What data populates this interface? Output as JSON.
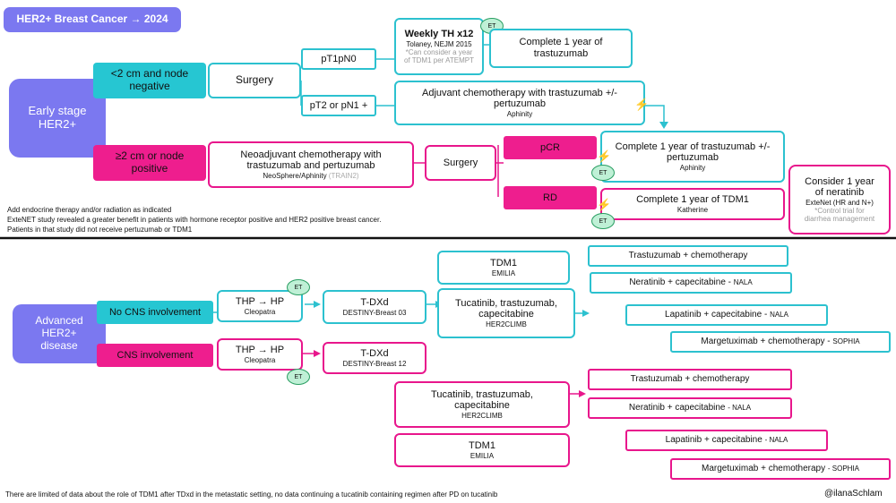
{
  "header": {
    "title": "HER2+ Breast Cancer → 2024"
  },
  "early": {
    "label_line1": "Early stage",
    "label_line2": "HER2+",
    "small": {
      "line1": "<2 cm and node",
      "line2": "negative"
    },
    "large": {
      "line1": "≥2 cm or node",
      "line2": "positive"
    },
    "surgery1": "Surgery",
    "pT1": "pT1pN0",
    "pT2": "pT2 or pN1 +",
    "weekly": {
      "title": "Weekly TH x12",
      "ref": "Tolaney, NEJM 2015",
      "note1": "*Can consider a year",
      "note2": "of TDM1 per ATEMPT"
    },
    "complete_tras": {
      "line1": "Complete 1 year of",
      "line2": "trastuzumab"
    },
    "adjuvant": {
      "line1": "Adjuvant chemotherapy with trastuzumab +/-",
      "line2": "pertuzumab",
      "ref": "Aphinity"
    },
    "neoadj": {
      "line1": "Neoadjuvant chemotherapy with",
      "line2": "trastuzumab and pertuzumab",
      "ref": "NeoSphere/Aphinity",
      "ref2": "(TRAIN2)"
    },
    "surgery2": "Surgery",
    "pcr": "pCR",
    "rd": "RD",
    "complete_tp": {
      "line1": "Complete 1 year of trastuzumab +/-",
      "line2": "pertuzumab",
      "ref": "Aphinity"
    },
    "complete_tdm1": {
      "title": "Complete 1 year of TDM1",
      "ref": "Katherine"
    },
    "neratinib": {
      "line1": "Consider 1 year",
      "line2": "of neratinib",
      "ref": "ExteNet (HR and N+)",
      "note1": "*Control trial for",
      "note2": "diarrhea management"
    },
    "notes": {
      "line1": "Add endocrine therapy and/or radiation as indicated",
      "line2": "ExteNET study revealed a greater benefit in patients with hormone receptor positive and HER2 positive breast cancer.",
      "line3": "Patients in that study did not receive pertuzumab or TDM1"
    },
    "et": "ET"
  },
  "advanced": {
    "label_line1": "Advanced",
    "label_line2": "HER2+",
    "label_line3": "disease",
    "no_cns": "No CNS involvement",
    "cns": "CNS involvement",
    "thp1": {
      "title": "THP → HP",
      "ref": "Cleopatra"
    },
    "thp2": {
      "title": "THP → HP",
      "ref": "Cleopatra"
    },
    "tdxd1": {
      "title": "T-DXd",
      "ref": "DESTINY-Breast 03"
    },
    "tdxd2": {
      "title": "T-DXd",
      "ref": "DESTINY-Breast 12"
    },
    "tdm1_top": {
      "title": "TDM1",
      "ref": "EMILIA"
    },
    "tuc_top": {
      "line1": "Tucatinib, trastuzumab,",
      "line2": "capecitabine",
      "ref": "HER2CLIMB"
    },
    "tuc_bot": {
      "line1": "Tucatinib, trastuzumab,",
      "line2": "capecitabine",
      "ref": "HER2CLIMB"
    },
    "tdm1_bot": {
      "title": "TDM1",
      "ref": "EMILIA"
    },
    "teal_opts": {
      "tras": "Trastuzumab + chemotherapy",
      "nera": "Neratinib + capecitabine -",
      "nera_ref": "NALA",
      "lapa": "Lapatinib + capecitabine -",
      "lapa_ref": "NALA",
      "marg": "Margetuximab + chemotherapy -",
      "marg_ref": "SOPHIA"
    },
    "pink_opts": {
      "tras": "Trastuzumab + chemotherapy",
      "nera": "Neratinib + capecitabine",
      "nera_ref": "- NALA",
      "lapa": "Lapatinib + capecitabine",
      "lapa_ref": "- NALA",
      "marg": "Margetuximab + chemotherapy",
      "marg_ref": "- SOPHIA"
    }
  },
  "footer": {
    "note": "There are limited of data about the role of TDM1 after TDxd in the metastatic setting, no data continuing a tucatinib containing regimen after PD on tucatinib",
    "handle": "@ilanaSchlam"
  },
  "colors": {
    "teal": "#26c6d2",
    "pink": "#ee1e8e",
    "purple": "#7b78f0",
    "et_fill": "#bff0d6",
    "bolt": "#f05a1a"
  }
}
